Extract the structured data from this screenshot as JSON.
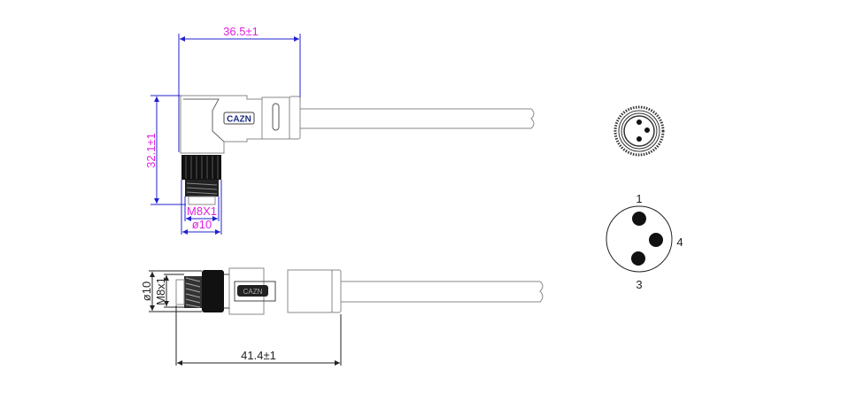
{
  "top_view": {
    "width_dim": "36.5±1",
    "height_dim": "32.1±1",
    "thread_dim": "M8X1",
    "diameter_dim": "ø10",
    "logo": "CAZN"
  },
  "side_view": {
    "diameter_dim": "ø10",
    "thread_dim": "M8x1",
    "length_dim": "41.4±1",
    "logo": "CAZN"
  },
  "pinout": {
    "pins": [
      "1",
      "4",
      "3"
    ]
  },
  "colors": {
    "dimension_text": "#e020e0",
    "dimension_line": "#2020d0",
    "outline": "#222222"
  }
}
